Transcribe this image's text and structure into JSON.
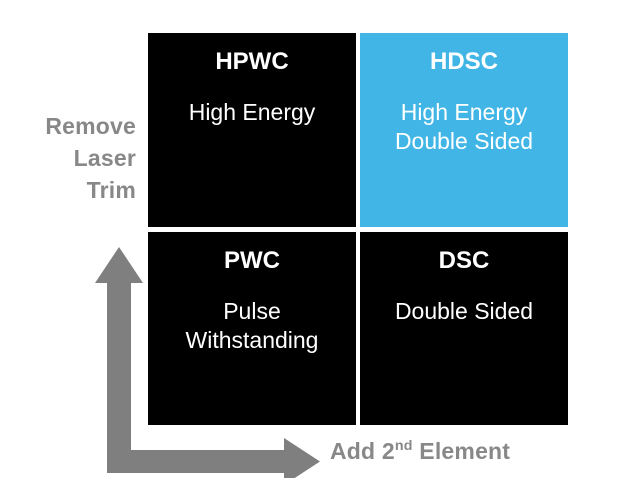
{
  "axes": {
    "y_label_lines": [
      "Remove",
      "Laser",
      "Trim"
    ],
    "y_label_text": "Remove Laser Trim",
    "x_label_pre": "Add 2",
    "x_label_sup": "nd",
    "x_label_post": " Element",
    "x_label_text": "Add 2nd Element",
    "arrow_color": "#7f7f7f",
    "label_color": "#888888"
  },
  "matrix": {
    "quadrants": [
      {
        "id": "hpwc",
        "title": "HPWC",
        "desc_line1": "High Energy",
        "desc_line2": "",
        "background": "#000000",
        "text_color": "#ffffff",
        "position": "top-left"
      },
      {
        "id": "hdsc",
        "title": "HDSC",
        "desc_line1": "High Energy",
        "desc_line2": "Double Sided",
        "background": "#41b6e6",
        "text_color": "#ffffff",
        "position": "top-right"
      },
      {
        "id": "pwc",
        "title": "PWC",
        "desc_line1": "Pulse",
        "desc_line2": "Withstanding",
        "background": "#000000",
        "text_color": "#ffffff",
        "position": "bottom-left"
      },
      {
        "id": "dsc",
        "title": "DSC",
        "desc_line1": "Double Sided",
        "desc_line2": "",
        "background": "#000000",
        "text_color": "#ffffff",
        "position": "bottom-right"
      }
    ]
  }
}
